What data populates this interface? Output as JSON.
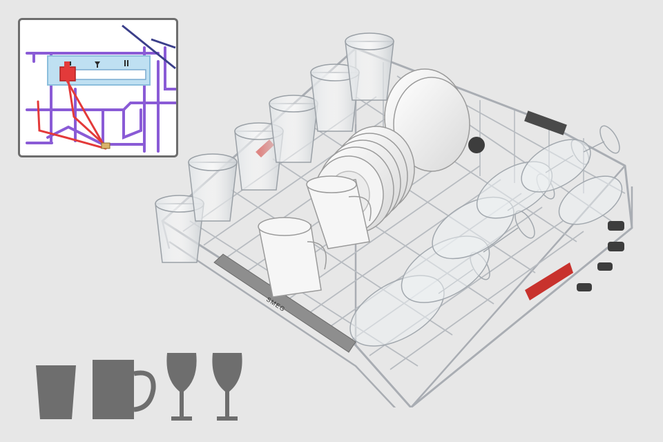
{
  "scene": {
    "background": "#e7e7e7",
    "accent_red": "#c8322d",
    "rack_wire": "#a9adb3",
    "icon_grey": "#6e6e6e"
  },
  "inset": {
    "name": "upper-rack-adjuster-detail",
    "highlight": "#e33a3a",
    "panel": "#bfe0f2",
    "frame": "#8a5bd6",
    "icons": [
      "glass-icon",
      "cup-icon",
      "pause-icon"
    ]
  },
  "rack": {
    "brand_label": "SMEG",
    "items": [
      "tumbler",
      "tumbler",
      "tumbler",
      "tumbler",
      "tumbler",
      "tumbler",
      "plate",
      "plate",
      "plate",
      "plate",
      "plate",
      "cup",
      "cup",
      "wine-glass",
      "wine-glass",
      "wine-glass",
      "wine-glass",
      "wine-glass",
      "wine-glass"
    ]
  },
  "legend_icons": [
    "tumbler-icon",
    "mug-icon",
    "wine-glass-icon",
    "wine-glass-icon"
  ]
}
